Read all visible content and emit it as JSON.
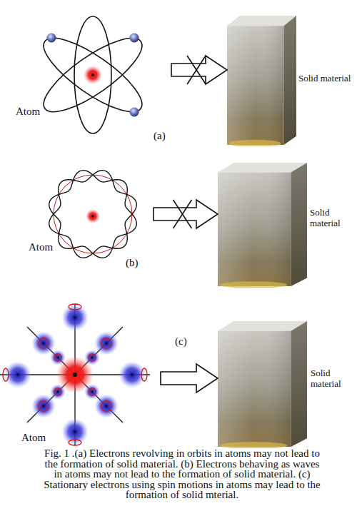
{
  "diagram": {
    "caption": "Fig. 1 .(a) Electrons revolving in orbits in atoms may not lead to the formation of solid material. (b) Electrons behaving as waves in atoms may not lead to the formation of solid material. (c) Stationary electrons using spin motions in atoms may lead to the formation of solid mterial.",
    "nodes": [
      {
        "text": [
          "Atom"
        ]
      },
      {
        "text": [
          "Solid material"
        ]
      },
      {
        "text": [
          "Atom"
        ]
      },
      {
        "text": [
          "Solid material"
        ]
      },
      {
        "text": [
          "Atom"
        ]
      },
      {
        "text": [
          "Solid material"
        ]
      }
    ],
    "edges": [
      {
        "from": 0,
        "to": 1,
        "arrow": "to"
      },
      {
        "from": 2,
        "to": 3,
        "arrow": "to"
      },
      {
        "from": 4,
        "to": 5,
        "arrow": "to"
      }
    ],
    "labels": [
      "(a)",
      "(b)",
      "(c)"
    ]
  }
}
